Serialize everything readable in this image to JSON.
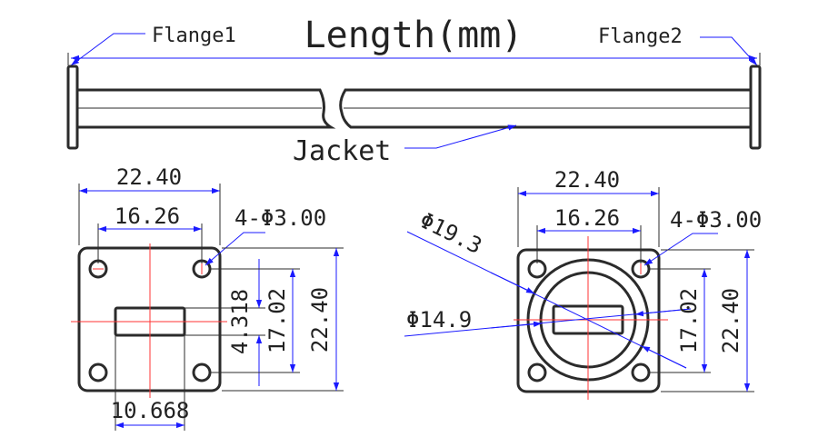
{
  "side_view": {
    "length_label": "Length(mm)",
    "flange1_label": "Flange1",
    "flange2_label": "Flange2",
    "jacket_label": "Jacket"
  },
  "left_flange": {
    "width_outer": "22.40",
    "width_inner": "16.26",
    "holes": "4-Φ3.00",
    "slot_height": "4.318",
    "hole_spacing_v": "17.02",
    "height_outer": "22.40",
    "slot_width": "10.668"
  },
  "right_flange": {
    "width_outer": "22.40",
    "width_inner": "16.26",
    "holes": "4-Φ3.00",
    "outer_diameter": "Φ19.3",
    "inner_diameter": "Φ14.9",
    "hole_spacing_v": "17.02",
    "height_outer": "22.40"
  },
  "colors": {
    "outline": "#2b2b2b",
    "dimension": "#1a1aff",
    "centerline": "#ff3333"
  }
}
